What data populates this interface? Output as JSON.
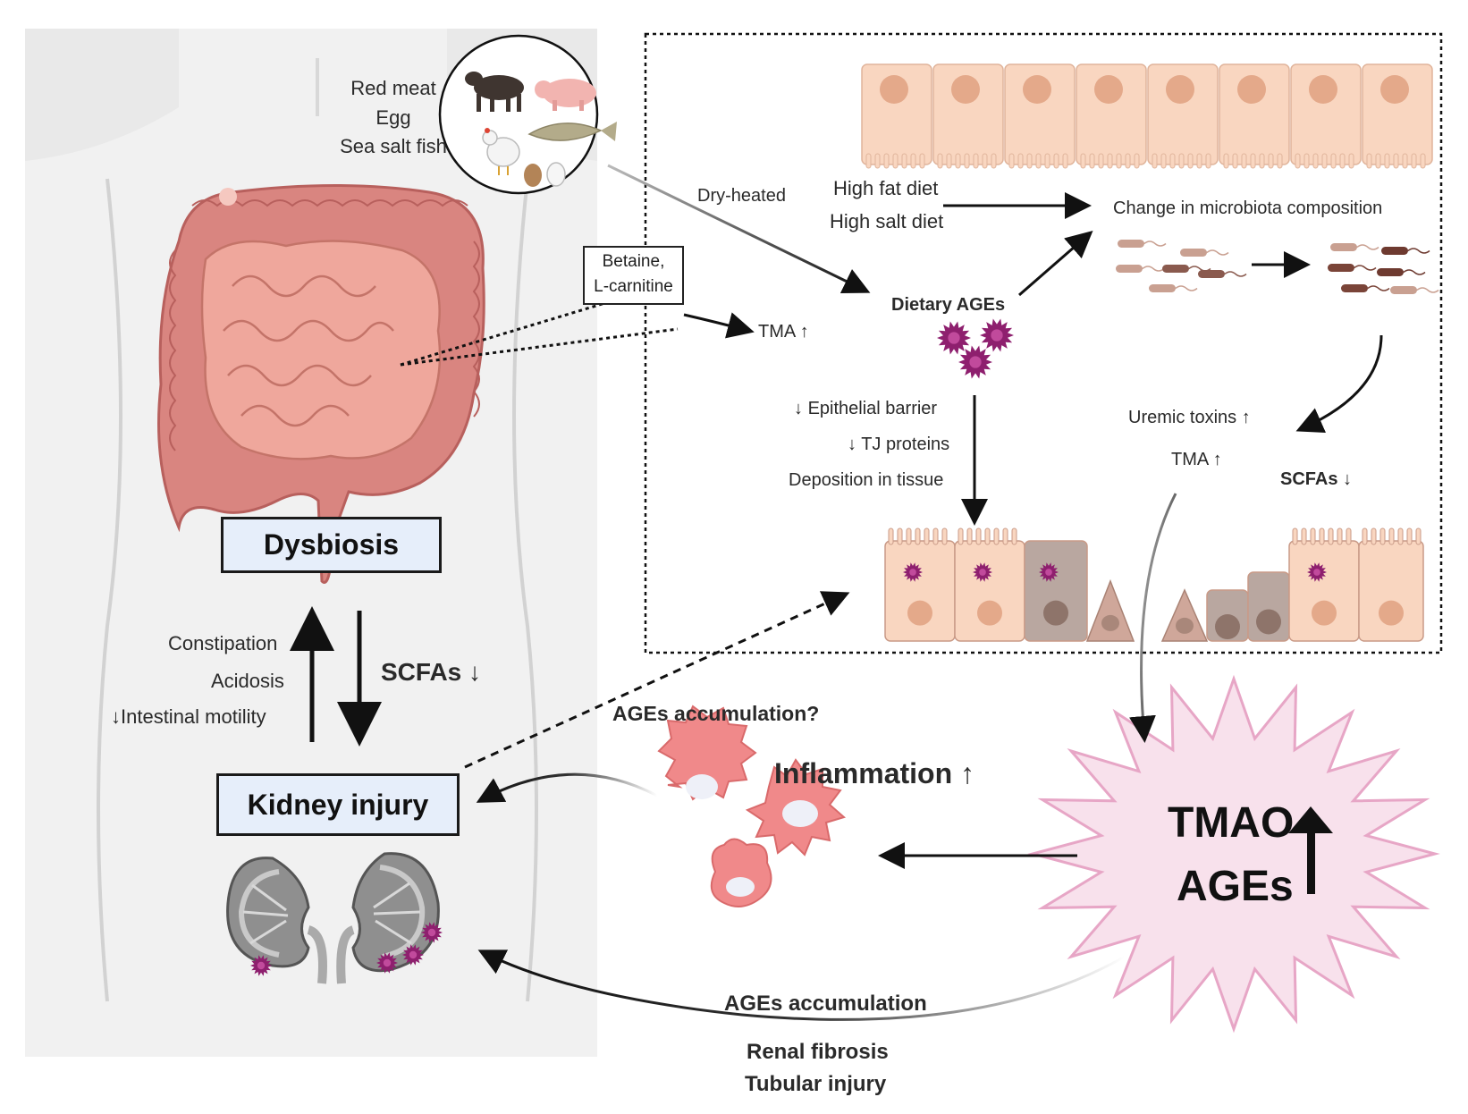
{
  "food": {
    "lines": [
      "Red meat",
      "Egg",
      "Sea salt fish"
    ]
  },
  "labels": {
    "dry_heated": "Dry-heated",
    "high_fat": "High fat diet",
    "high_salt": "High salt diet",
    "microbiota_change": "Change in microbiota composition",
    "betaine_line1": "Betaine,",
    "betaine_line2": "L-carnitine",
    "tma_top": "TMA",
    "dietary_ages": "Dietary AGEs",
    "epithelial_barrier": "Epithelial barrier",
    "tj_proteins": "TJ proteins",
    "deposition": "Deposition in tissue",
    "uremic_toxins": "Uremic toxins",
    "tma_mid": "TMA",
    "scfas_mid": "SCFAs",
    "dysbiosis": "Dysbiosis",
    "constipation": "Constipation",
    "acidosis": "Acidosis",
    "intestinal_motility": "Intestinal motility",
    "scfas_left": "SCFAs",
    "ages_accumulation_q": "AGEs accumulation?",
    "inflammation": "Inflammation",
    "kidney_injury": "Kidney injury",
    "tmao": "TMAO",
    "ages_star": "AGEs",
    "ages_accumulation": "AGEs accumulation",
    "renal_fibrosis": "Renal fibrosis",
    "tubular_injury": "Tubular injury"
  },
  "colors": {
    "gut": "#d98580",
    "gut_dark": "#b8605d",
    "cell": "#f9d6c0",
    "nucleus": "#e4a98a",
    "ages_particle": "#8e1f6e",
    "star_fill": "#f8e1ec",
    "star_stroke": "#e7a6c6",
    "body": "#f0f0f0",
    "macrophage": "#f0898a"
  }
}
